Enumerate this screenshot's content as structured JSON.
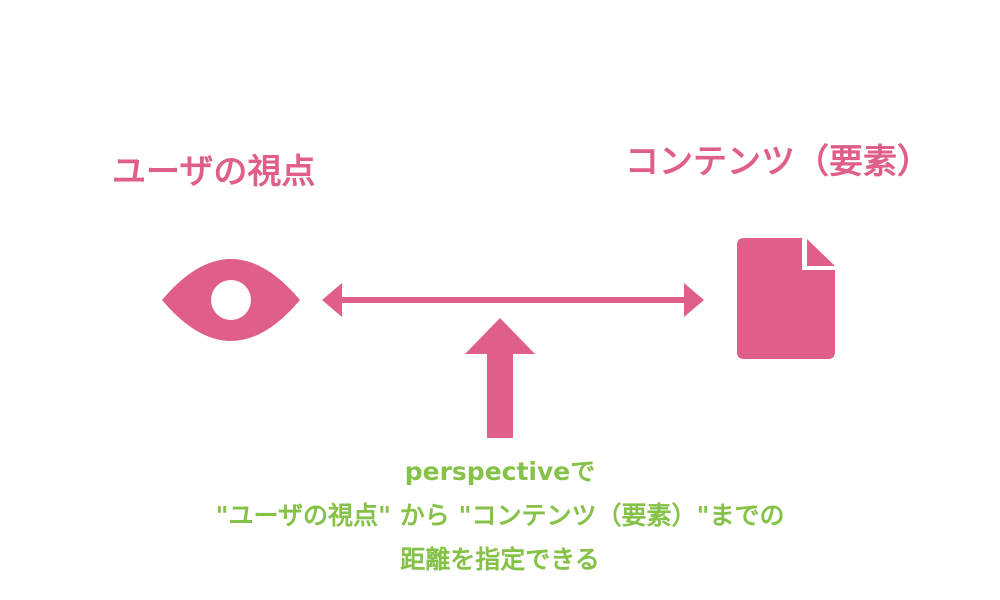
{
  "colors": {
    "accent": "#e05f8a",
    "caption": "#85c247",
    "background": "#ffffff"
  },
  "labels": {
    "viewer": "ユーザの視点",
    "content": "コンテンツ（要素）"
  },
  "caption": {
    "line1": "perspectiveで",
    "line2": "\"ユーザの視点\" から \"コンテンツ（要素）\"までの",
    "line3": "距離を指定できる"
  },
  "icons": {
    "viewer": "eye-icon",
    "content": "document-icon",
    "distance": "double-arrow",
    "pointer": "up-arrow"
  }
}
